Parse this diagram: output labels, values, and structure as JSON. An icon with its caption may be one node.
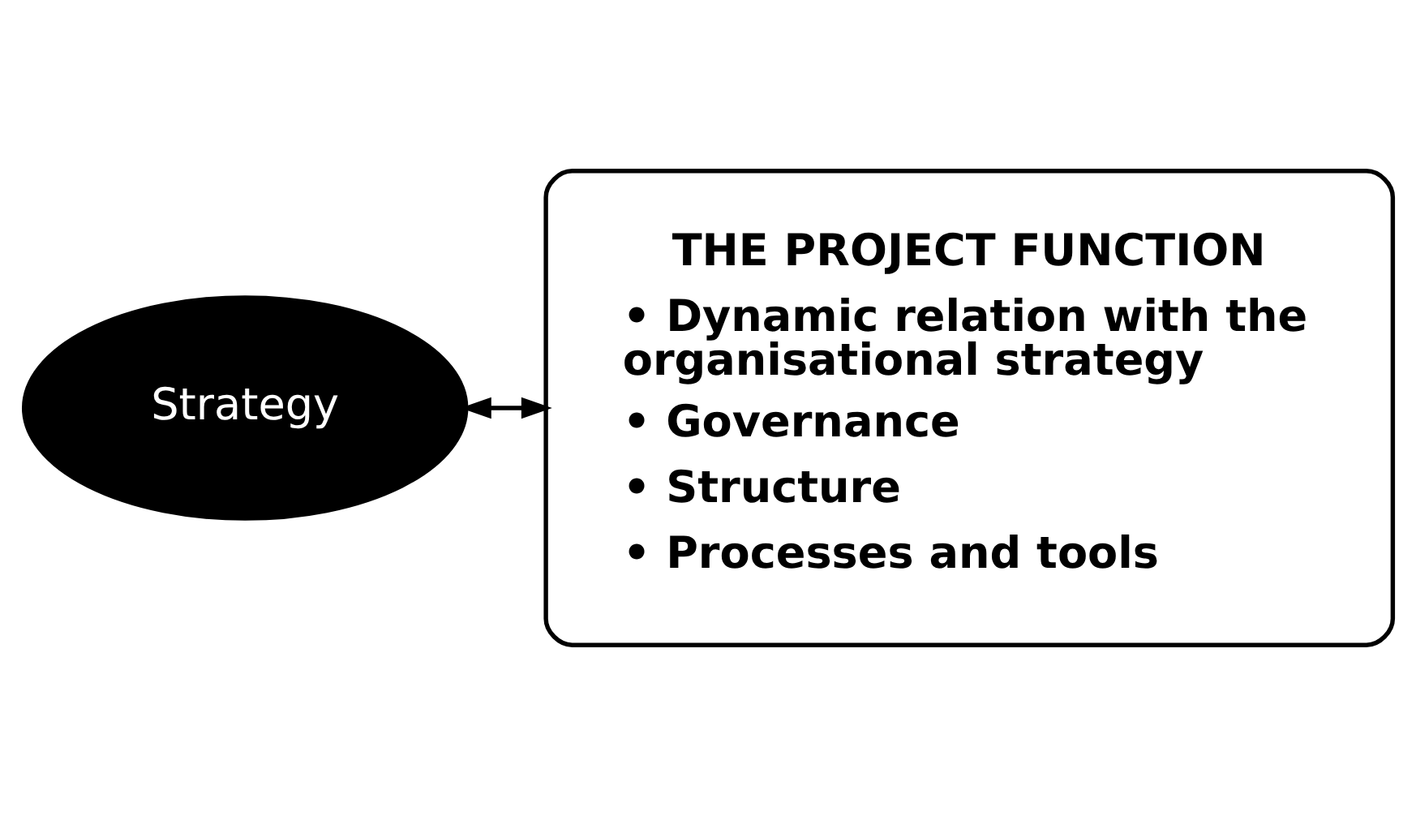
{
  "diagram": {
    "nodes": [
      {
        "text": [
          "Strategy"
        ]
      },
      {
        "text": [
          "THE PROJECT FUNCTION",
          "• Dynamic relation with the organisational strategy",
          "• Governance",
          "• Structure",
          "• Processes and tools"
        ]
      }
    ],
    "edges": [
      {
        "from": 0,
        "to": 1,
        "arrow": "both"
      }
    ]
  }
}
